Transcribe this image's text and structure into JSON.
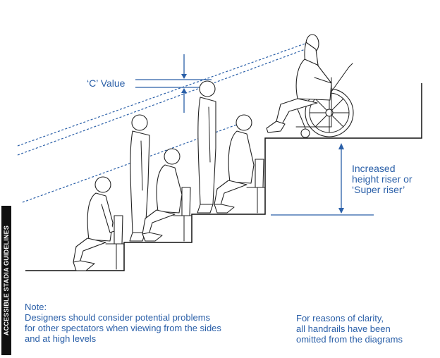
{
  "labels": {
    "c_value": "‘C’ Value",
    "riser_line1": "Increased",
    "riser_line2": "height riser or",
    "riser_line3": "‘Super riser’"
  },
  "side_label": "ACCESSIBLE STADIA GUIDELINES",
  "note_left": {
    "heading": "Note:",
    "line1": "Designers should consider potential problems",
    "line2": "for other spectators when viewing from the sides",
    "line3": "and at high levels"
  },
  "note_right": {
    "line1": "For reasons of clarity,",
    "line2": "all handrails have been",
    "line3": "omitted from the diagrams"
  },
  "colors": {
    "accent": "#2a5fa8",
    "ink": "#111111"
  }
}
